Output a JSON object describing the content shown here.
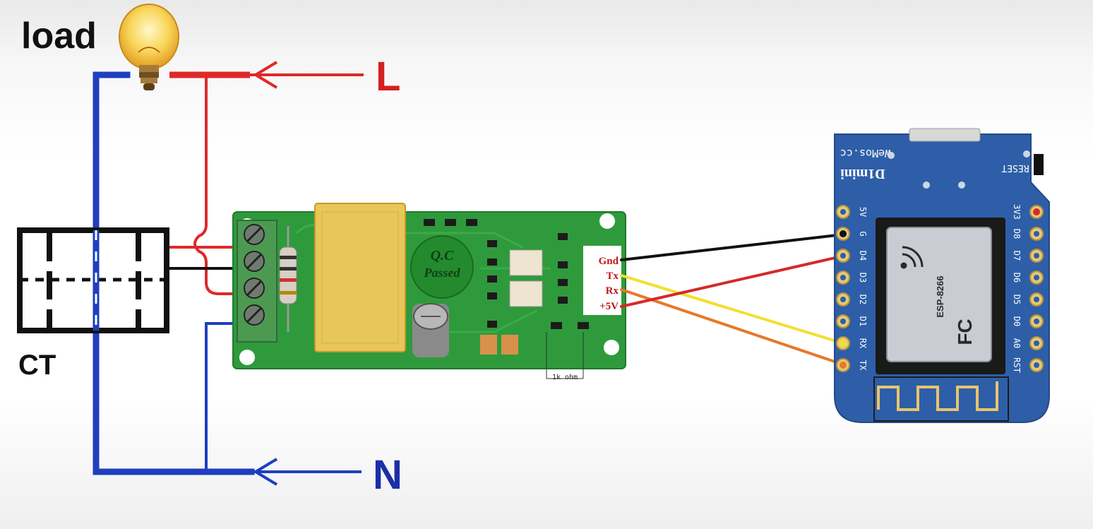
{
  "labels": {
    "load": "load",
    "line": "L",
    "neutral": "N",
    "ct": "CT"
  },
  "pzem_module": {
    "qc_stamp_line1": "Q.C",
    "qc_stamp_line2": "Passed",
    "pins": [
      "Gnd",
      "Tx",
      "Rx",
      "+5V"
    ],
    "resistor_note": "1k ohm"
  },
  "wemos_board": {
    "brand": "WeMos.cc",
    "model": "D1mini",
    "reset_label": "RESET",
    "chip_model": "ESP-8266",
    "left_pins": [
      "5V",
      "G",
      "D4",
      "D3",
      "D2",
      "D1",
      "RX",
      "TX"
    ],
    "right_pins": [
      "3V3",
      "D8",
      "D7",
      "D6",
      "D5",
      "D0",
      "A0",
      "RST"
    ]
  },
  "colors": {
    "live_wire": "#e02828",
    "neutral_wire": "#1e3fbf",
    "gnd_wire": "#111111",
    "tx_wire": "#f2e030",
    "rx_wire": "#e8782a",
    "vcc_wire": "#d42a2a",
    "pcb_green": "#2f9a3c",
    "wemos_blue": "#2e5ea8"
  },
  "icons": [
    "light-bulb-icon",
    "arrow-left-icon",
    "screw-terminal-icon",
    "wifi-icon",
    "fcc-logo-icon"
  ]
}
